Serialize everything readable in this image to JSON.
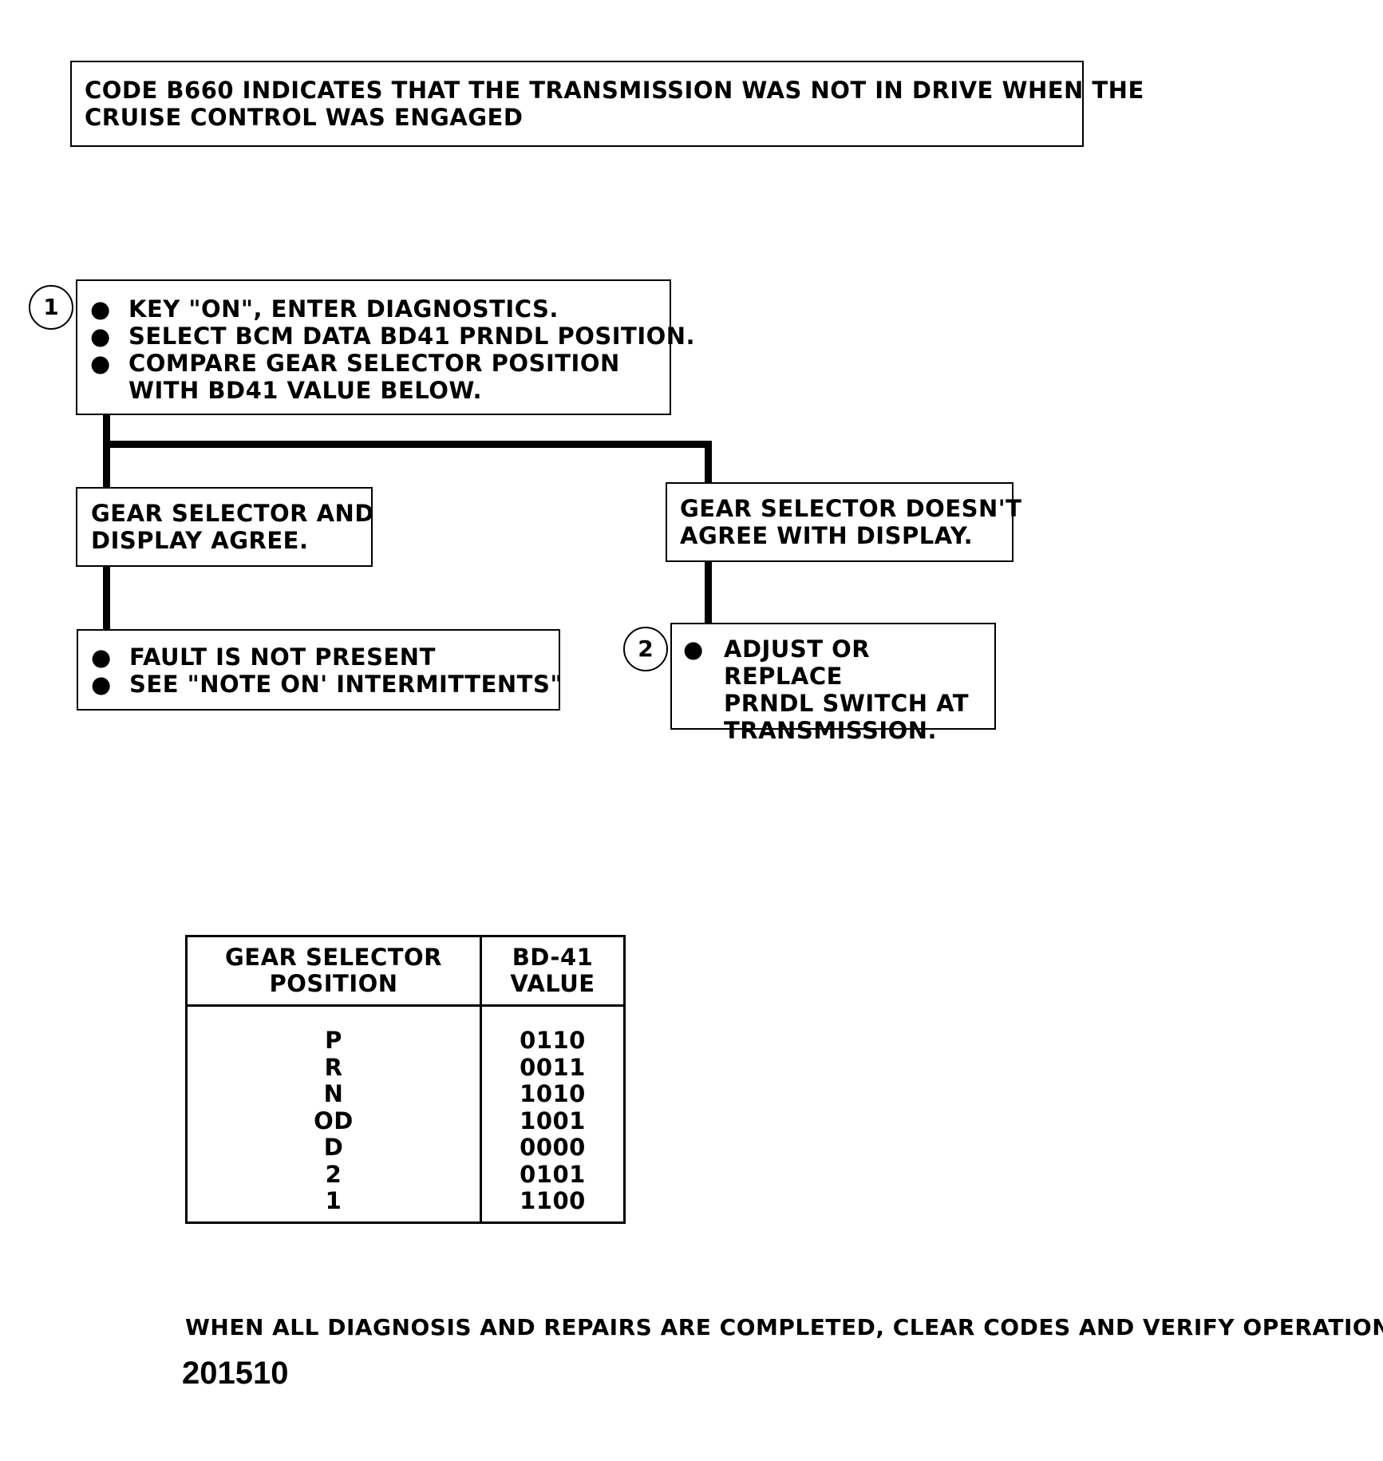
{
  "header_box": {
    "lines": [
      "CODE B660 INDICATES THAT THE TRANSMISSION WAS NOT IN DRIVE WHEN THE",
      "CRUISE CONTROL WAS ENGAGED"
    ]
  },
  "step1": {
    "number": "1",
    "bullet": "●",
    "items": [
      "KEY \"ON\", ENTER DIAGNOSTICS.",
      "SELECT BCM DATA BD41 PRNDL POSITION.",
      "COMPARE GEAR SELECTOR POSITION",
      "WITH BD41 VALUE BELOW."
    ]
  },
  "branch_agree": {
    "lines": [
      "GEAR SELECTOR AND",
      "DISPLAY AGREE."
    ]
  },
  "branch_disagree": {
    "lines": [
      "GEAR SELECTOR DOESN'T",
      "AGREE WITH DISPLAY."
    ]
  },
  "result_agree": {
    "bullet": "●",
    "items": [
      "FAULT IS NOT PRESENT",
      "SEE \"NOTE ON' INTERMITTENTS\""
    ]
  },
  "step2": {
    "number": "2",
    "bullet": "●",
    "lines": [
      "ADJUST OR REPLACE",
      "PRNDL SWITCH AT",
      "TRANSMISSION."
    ]
  },
  "table": {
    "col1_header": [
      "GEAR SELECTOR",
      "POSITION"
    ],
    "col2_header": [
      "BD-41",
      "VALUE"
    ],
    "rows": [
      {
        "position": "P",
        "value": "0110"
      },
      {
        "position": "R",
        "value": "0011"
      },
      {
        "position": "N",
        "value": "1010"
      },
      {
        "position": "OD",
        "value": "1001"
      },
      {
        "position": "D",
        "value": "0000"
      },
      {
        "position": "2",
        "value": "0101"
      },
      {
        "position": "1",
        "value": "1100"
      }
    ]
  },
  "footer": {
    "note": "WHEN ALL DIAGNOSIS AND REPAIRS ARE COMPLETED, CLEAR CODES AND VERIFY OPERATION",
    "doc_id": "201510"
  }
}
